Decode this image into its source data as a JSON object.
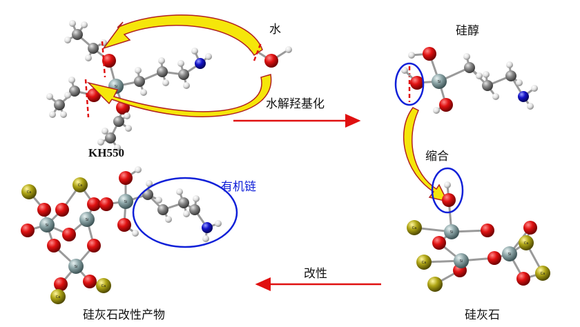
{
  "labels": {
    "water": "水",
    "silanol": "硅醇",
    "hydrolysis": "水解羟基化",
    "kh550": "KH550",
    "condensation": "缩合",
    "organic_chain": "有机链",
    "modification": "改性",
    "modified_product": "硅灰石改性产物",
    "wollastonite": "硅灰石"
  },
  "atom_labels": {
    "si": "Si",
    "ca": "Ca"
  },
  "colors": {
    "oxygen": "#d81010",
    "silicon": "#8fa8aa",
    "carbon": "#8a8a8a",
    "hydrogen": "#e6e6e6",
    "nitrogen": "#1414c8",
    "calcium": "#a8a014",
    "arrow_red": "#e01010",
    "curved_arrow_fill": "#f5e60a",
    "circle_blue": "#1020d8",
    "cut_line_red": "#e01010"
  }
}
